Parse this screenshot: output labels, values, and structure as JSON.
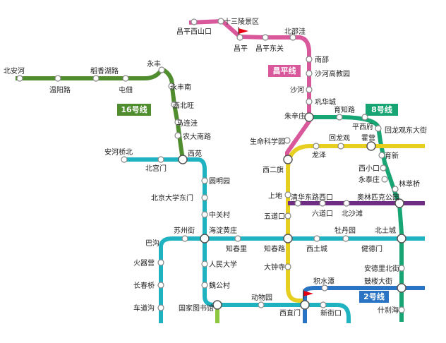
{
  "colors": {
    "line16": "#4f8d2f",
    "lineChangping": "#d9579b",
    "line8": "#17a673",
    "line4": "#1fb3c1",
    "line13": "#e7cf20",
    "line6": "#6e2c83",
    "line2": "#2b74c4",
    "branch": "#8dc63f",
    "flag": "#e60012"
  },
  "line_labels": {
    "line16": "16号线",
    "changping": "昌平线",
    "line8": "8号线",
    "line2": "2号线"
  },
  "stations": {
    "beianhe": "北安河",
    "wenyanglu": "温阳路",
    "daoxianghulu": "稻香湖路",
    "tuntian": "屯佃",
    "yongfeng": "永丰",
    "yongfengnan": "永丰南",
    "xibeiwang": "西北旺",
    "malianwa": "马连洼",
    "nongdananlu": "农大南路",
    "xiyuan": "西苑",
    "changpingxishankou": "昌平西山口",
    "shisanling": "十三陵景区",
    "changping": "昌平",
    "changpingdongguan": "昌平东关",
    "beishaowa": "北邵洼",
    "nanshao": "南邵",
    "shahegaojiaoyuan": "沙河高教园",
    "shahe": "沙河",
    "gonghuacheng": "巩华城",
    "zhuxinzhuang": "朱辛庄",
    "yuzhilu": "育知路",
    "pingxifu": "平西府",
    "huilongguandongdajie": "回龙观东大街",
    "shengmingkexueyuan": "生命科学园",
    "huilongguan": "回龙观",
    "huoying": "霍营",
    "longze": "龙泽",
    "yuxin": "育新",
    "xierqi": "西二旗",
    "xixiaokou": "西小口",
    "yongtaizhuang": "永泰庄",
    "lincuiqiao": "林萃桥",
    "anheqiaobei": "安河桥北",
    "beigongmen": "北宫门",
    "yuanmingyuan": "圆明园",
    "pkudongmen": "北京大学东门",
    "zhongguancun": "中关村",
    "shangdi": "上地",
    "qinghuadongluxikou": "清华东路西口",
    "liudaokou": "六道口",
    "beishawa": "北沙滩",
    "olympic": "奥林匹克公园",
    "wudaokou": "五道口",
    "suzhoujie": "苏州街",
    "haidianhuangzhuang": "海淀黄庄",
    "zhichunli": "知春里",
    "zhichunlu": "知春路",
    "xitucheng": "西土城",
    "mudanyuan": "牡丹园",
    "jiandemen": "健德门",
    "beitucheng": "北土城",
    "bagou": "巴沟",
    "huoqiying": "火器营",
    "changchunqiao": "长春桥",
    "chedaogou": "车道沟",
    "renmindaxue": "人民大学",
    "weigongcun": "魏公村",
    "guojiatushuguan": "国家图书馆",
    "dongwuyuan": "动物园",
    "dazhongsi": "大钟寺",
    "xizhimen": "西直门",
    "jishuitan": "积水潭",
    "xinjiekou": "新街口",
    "andelibeijie": "安德里北街",
    "guloudajie": "鼓楼大街",
    "shichahai": "什刹海"
  }
}
